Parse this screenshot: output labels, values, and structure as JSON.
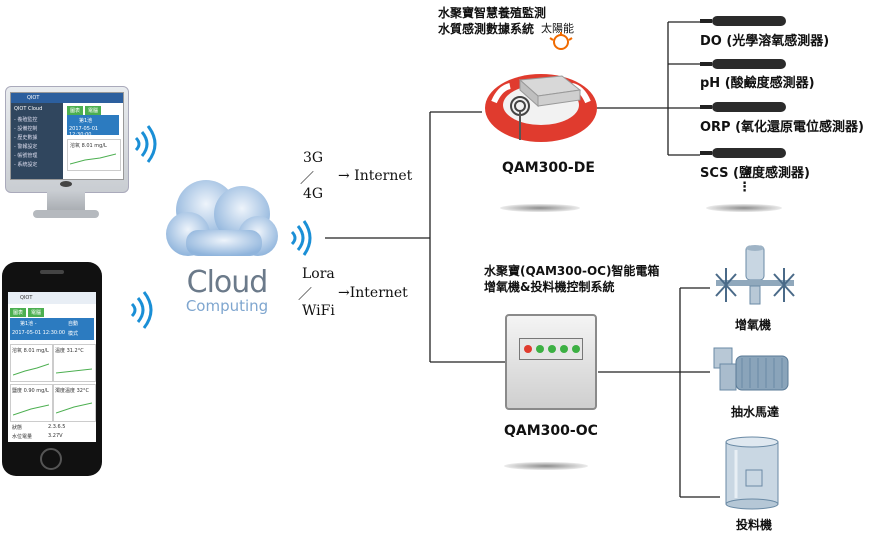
{
  "monitor_app": {
    "title": "QIOT",
    "sidebar_title": "QIOT Cloud",
    "menu": [
      "- 養殖監控",
      "- 設備控制",
      "- 歷史數據",
      "- 警報設定",
      "- 帳號管理",
      "- 系統設定"
    ],
    "tabs": [
      "圖表",
      "電腦"
    ],
    "card_title": "第1池",
    "card_date": "2017-05-01  12:30:00",
    "card_reading": "溶氧  8.01 mg/L"
  },
  "phone_app": {
    "title": "QIOT",
    "tabs": [
      "圖表",
      "電腦"
    ],
    "pond": "第1池 - ",
    "date": "2017-05-01  12:30:00",
    "mode": "自動",
    "status": "模式",
    "readings": [
      "溶氧 8.01 mg/L",
      "溫度 31.2°C",
      "鹽度 0.90 mg/L",
      "濁度溫度 32°C"
    ],
    "footer_rows": [
      [
        "狀態",
        "2.3.6.5"
      ],
      [
        "水位電量",
        "3.27V"
      ]
    ]
  },
  "cloud": {
    "line1": "Cloud",
    "line2": "Computing"
  },
  "link_top": {
    "a": "3G",
    "slash": "／",
    "b": "4G",
    "dest": "→ Internet"
  },
  "link_bottom": {
    "a": "Lora",
    "slash": "／",
    "b": "WiFi",
    "dest": "→Internet"
  },
  "qam_de": {
    "title1": "水聚寶智慧養殖監測",
    "title2": "水質感測數據系統",
    "solar": "太陽能",
    "name": "QAM300-DE"
  },
  "sensors": [
    "DO (光學溶氧感測器)",
    "pH (酸鹼度感測器)",
    "ORP (氧化還原電位感測器)",
    "SCS (鹽度感測器)",
    "⋮"
  ],
  "qam_oc": {
    "title1": "水聚寶(QAM300-OC)智能電箱",
    "title2": "增氧機&投料機控制系統",
    "name": "QAM300-OC"
  },
  "devices": [
    "增氧機",
    "抽水馬達",
    "投料機"
  ],
  "colors": {
    "accent_blue": "#1a8fd6",
    "ring_red": "#e03b2e",
    "cloud_blue": "#6b9fd4",
    "app_green": "#4caf50",
    "led_green": "#3cb043"
  }
}
